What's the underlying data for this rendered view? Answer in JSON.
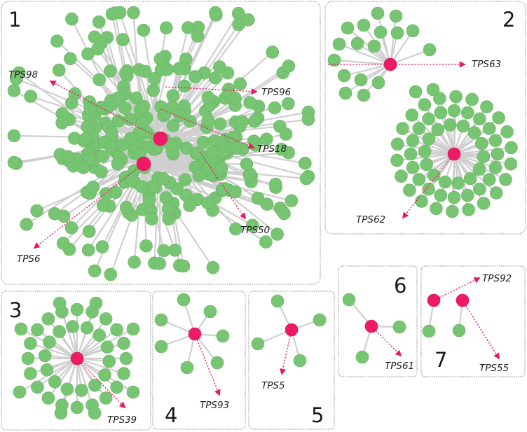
{
  "colors": {
    "leaf_node": "#77c472",
    "hub_node": "#ef1a66",
    "edge": "#cfcfcf",
    "pointer_arrow": "#e8195e",
    "panel_border": "#8a8a8a"
  },
  "panels": [
    {
      "number": "1",
      "labels": [
        "TPS98",
        "TPS96",
        "TPS18",
        "TPS50",
        "TPS6"
      ]
    },
    {
      "number": "2",
      "labels": [
        "TPS63",
        "TPS62"
      ]
    },
    {
      "number": "3",
      "labels": [
        "TPS39"
      ]
    },
    {
      "number": "4",
      "labels": [
        "TPS93"
      ]
    },
    {
      "number": "5",
      "labels": [
        "TPS5"
      ]
    },
    {
      "number": "6",
      "labels": [
        "TPS61"
      ]
    },
    {
      "number": "7",
      "labels": [
        "TPS92",
        "TPS55"
      ]
    }
  ]
}
